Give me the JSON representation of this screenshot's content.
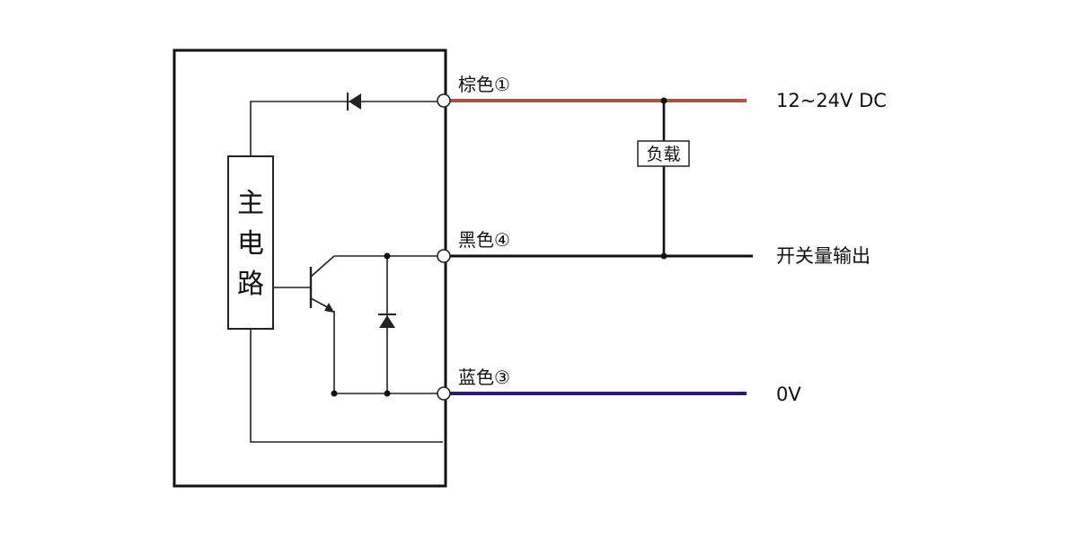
{
  "colors": {
    "frame": "#111111",
    "circuit": "#222222",
    "brown_wire": "#a35a44",
    "black_wire": "#111111",
    "blue_wire": "#2e1a6e"
  },
  "main_circuit": {
    "chars": [
      "主",
      "电",
      "路"
    ]
  },
  "load": {
    "label": "负载"
  },
  "wires": [
    {
      "id": "brown",
      "label": "棕色①",
      "output": "12~24V DC"
    },
    {
      "id": "black",
      "label": "黑色④",
      "output": "开关量输出"
    },
    {
      "id": "blue",
      "label": "蓝色③",
      "output": "0V"
    }
  ]
}
